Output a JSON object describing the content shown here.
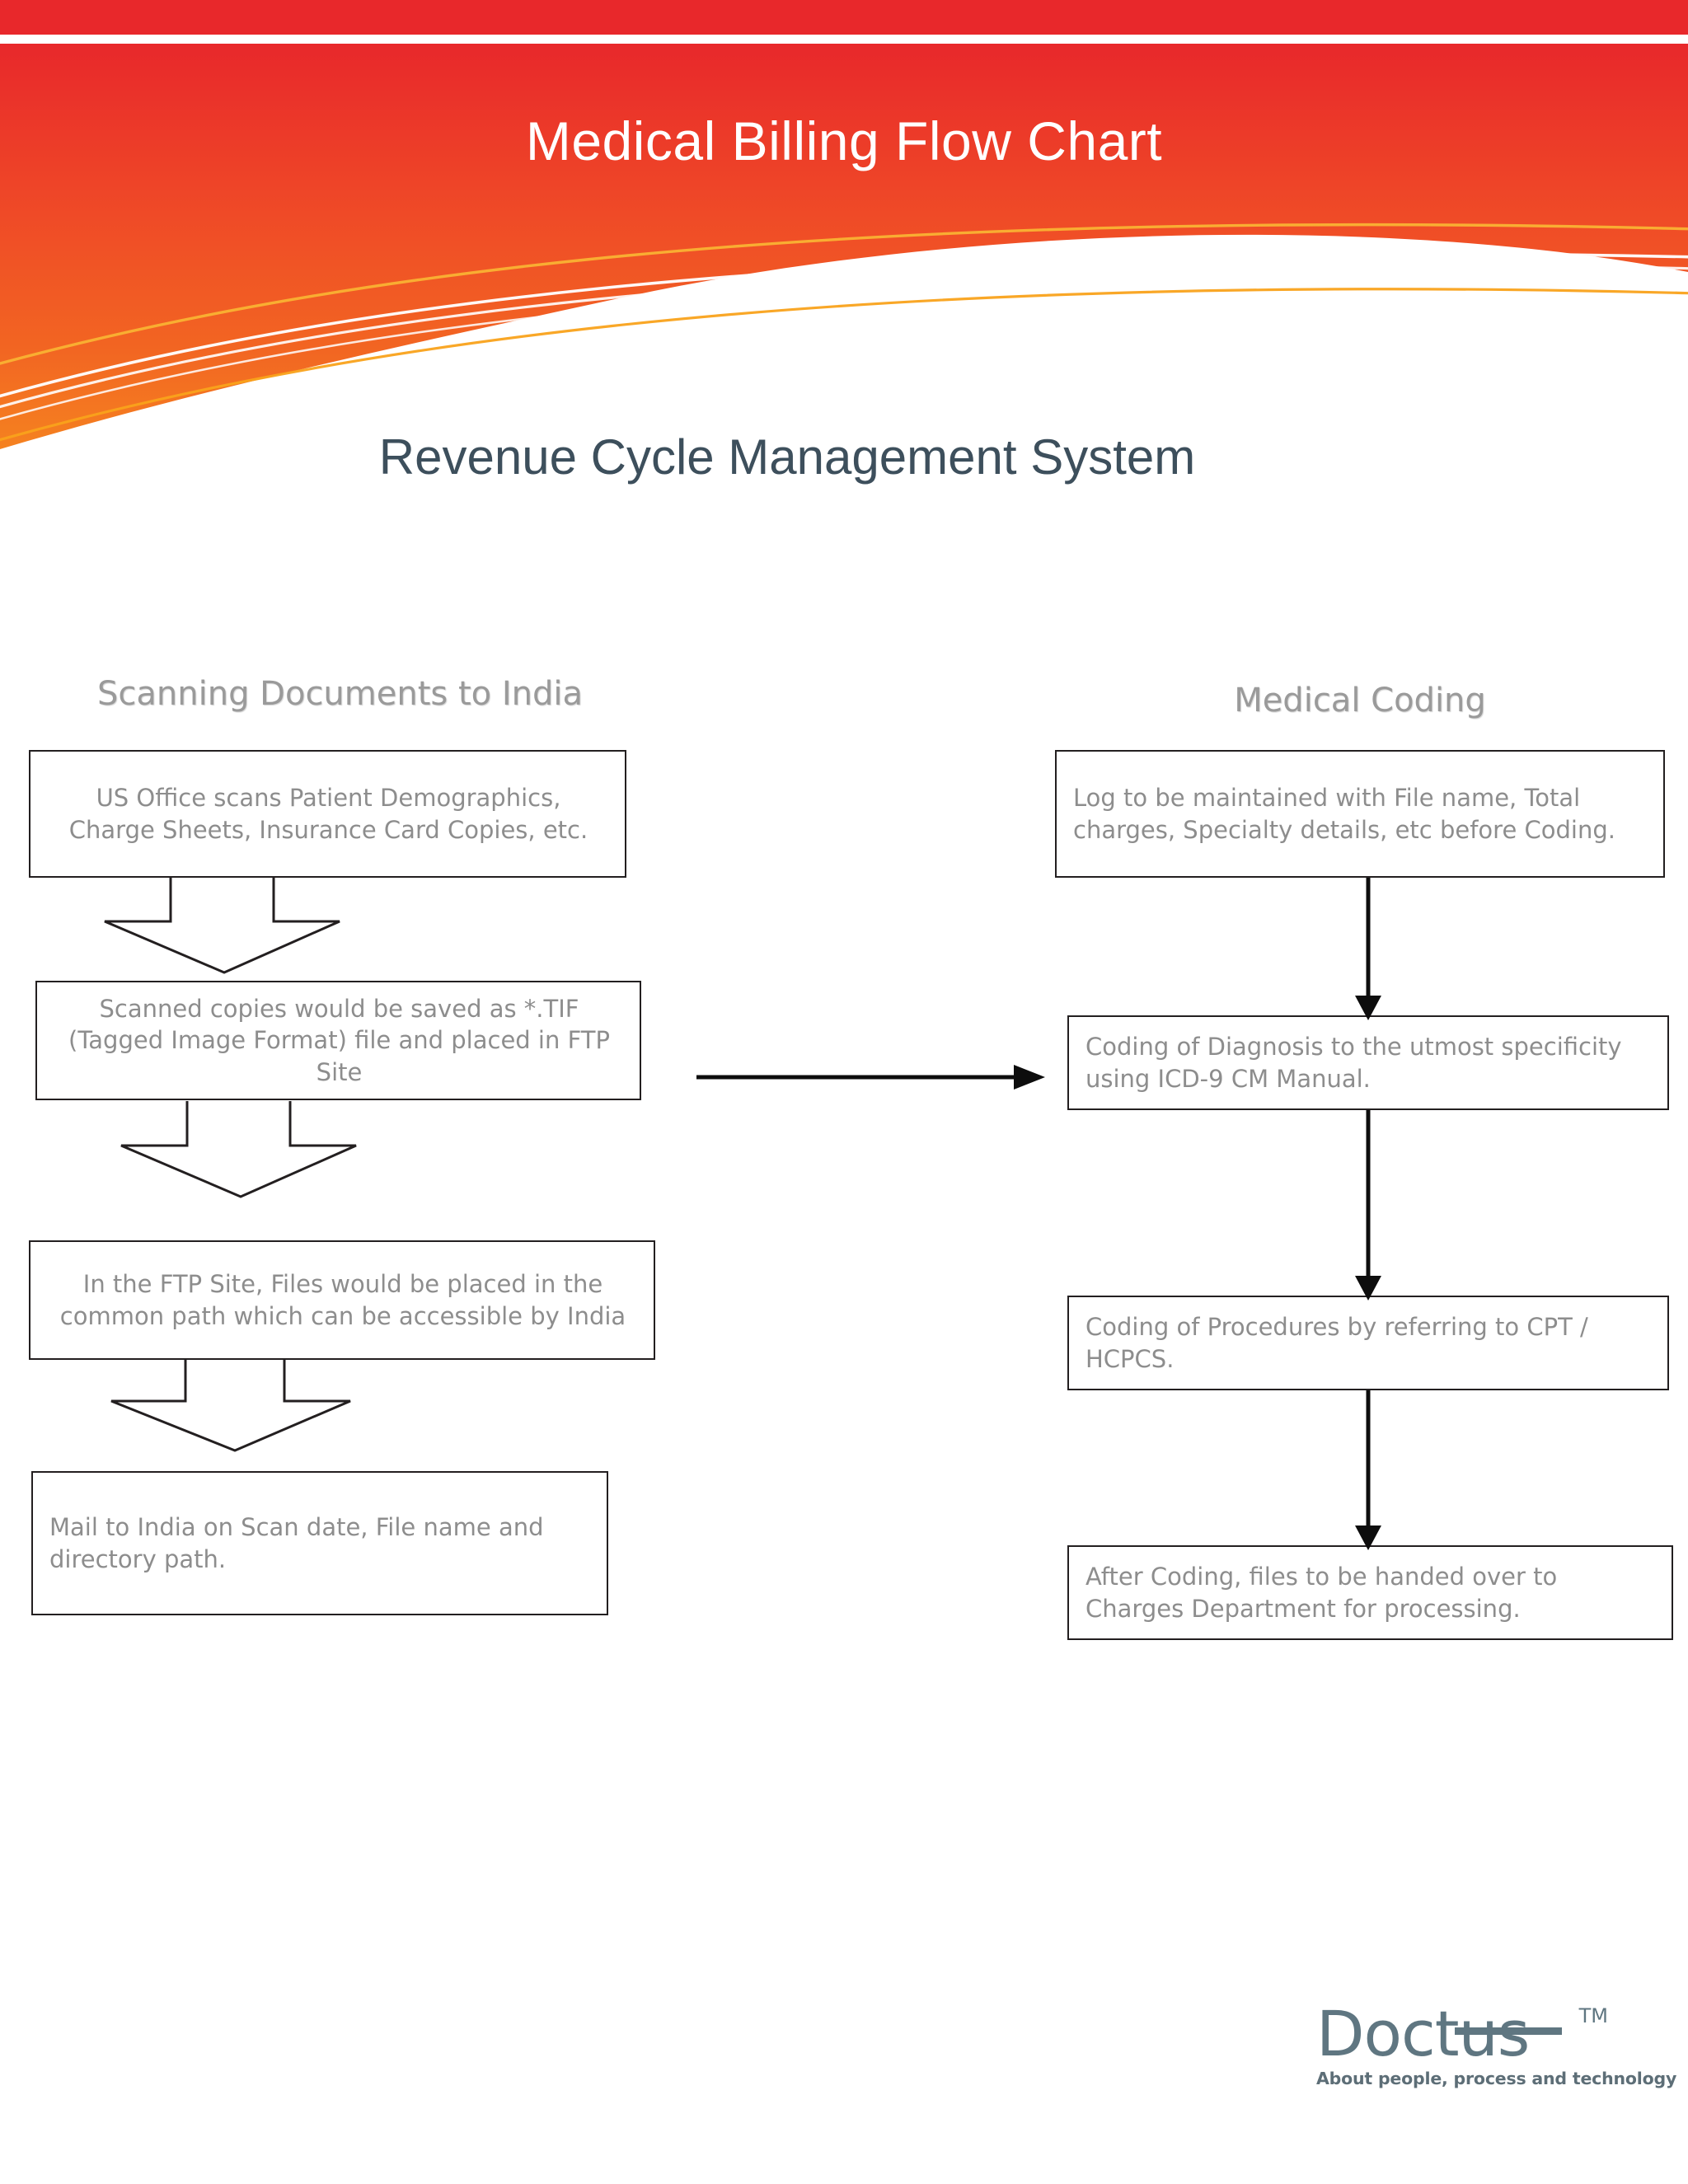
{
  "header": {
    "title": "Medical Billing Flow Chart",
    "top_bar_color": "#e8282b",
    "gradient_from": "#e8282b",
    "gradient_to": "#f26522",
    "accent_curve_color": "#f5a623",
    "title_color": "#ffffff"
  },
  "subtitle": {
    "text": "Revenue Cycle Management System",
    "color": "#3d4f5c"
  },
  "columns": [
    {
      "heading": "Scanning Documents to India",
      "heading_color": "#9a9a9a",
      "steps": [
        "US Office scans Patient Demographics, Charge Sheets, Insurance Card Copies, etc.",
        "Scanned copies would be saved as *.TIF (Tagged Image Format)  file and placed in FTP Site",
        "In the FTP Site, Files would be  placed in the common path which can be accessible by India",
        "Mail to India on Scan date, File name and directory path."
      ]
    },
    {
      "heading": "Medical Coding",
      "heading_color": "#9a9a9a",
      "steps": [
        "Log to be maintained with File name, Total charges, Specialty details, etc before Coding.",
        "Coding of Diagnosis to the utmost specificity using ICD-9 CM Manual.",
        "Coding of Procedures by referring to CPT / HCPCS.",
        "After Coding, files to be  handed over to Charges Department for processing."
      ]
    }
  ],
  "connectors": {
    "left_chevron_count": 3,
    "right_arrow_count": 3,
    "cross_column_arrow": "left-column-to-right-column",
    "stroke_color": "#231f20"
  },
  "logo": {
    "wordmark": "Doctus",
    "trademark": "TM",
    "tagline": "About people, process and technology",
    "color": "#5f7681"
  }
}
